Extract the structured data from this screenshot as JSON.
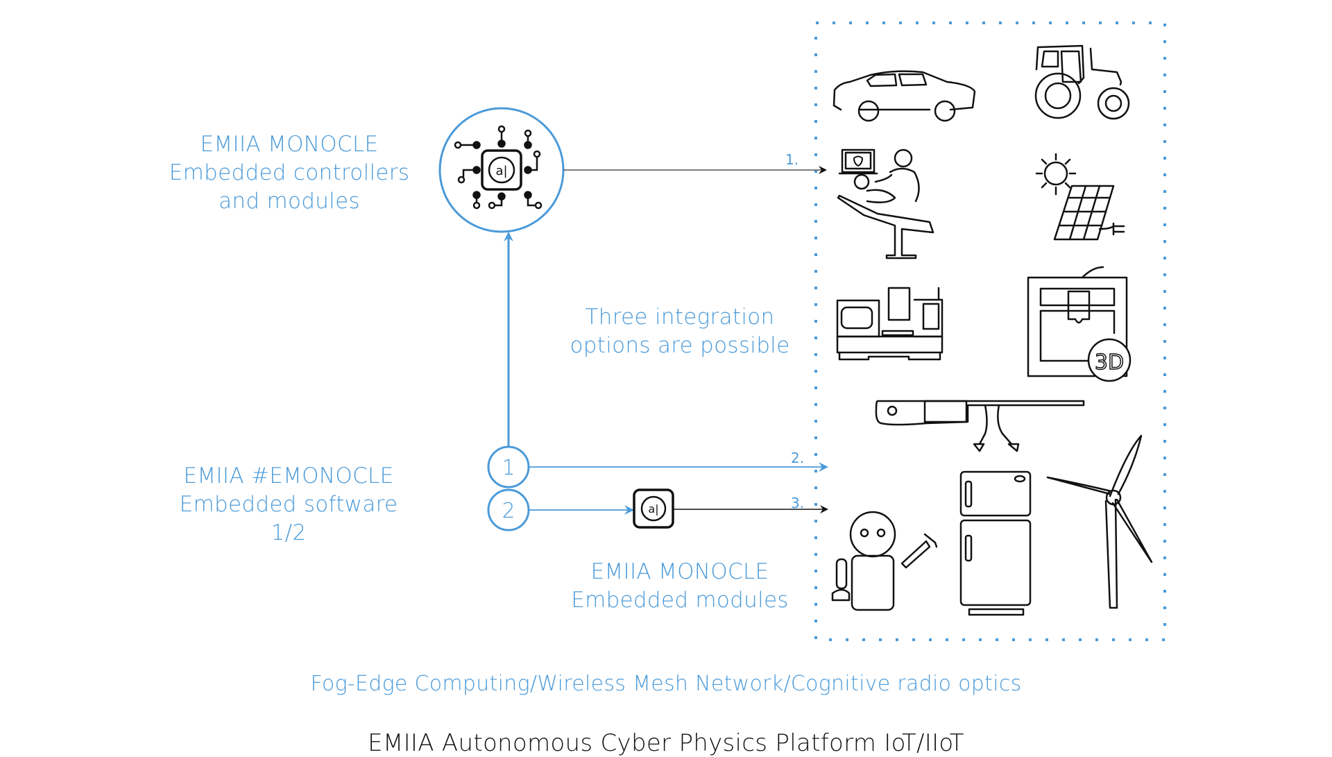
{
  "colors": {
    "accent": "#4a9ad9",
    "ink": "#111111",
    "background": "#ffffff"
  },
  "controllers_label": {
    "line1": "EMIIA MONOCLE",
    "line2": "Embedded controllers",
    "line3": "and modules"
  },
  "software_label": {
    "line1": "EMIIA #EMONOCLE",
    "line2": "Embedded software",
    "line3": "1/2"
  },
  "integration_label": {
    "line1": "Three integration",
    "line2": "options are possible"
  },
  "modules_label": {
    "line1": "EMIIA MONOCLE",
    "line2": "Embedded modules"
  },
  "option_nodes": [
    {
      "label": "1"
    },
    {
      "label": "2"
    }
  ],
  "arrows": [
    {
      "label": "1."
    },
    {
      "label": "2."
    },
    {
      "label": "3."
    }
  ],
  "chip_glyph": "a|",
  "devices": [
    {
      "icon": "car-icon"
    },
    {
      "icon": "tractor-icon"
    },
    {
      "icon": "medical-patient-icon"
    },
    {
      "icon": "solar-panel-icon"
    },
    {
      "icon": "cnc-machine-icon"
    },
    {
      "icon": "3d-printer-icon",
      "badge": "3D"
    },
    {
      "icon": "smart-glasses-icon"
    },
    {
      "icon": "robot-icon"
    },
    {
      "icon": "refrigerator-icon"
    },
    {
      "icon": "wind-turbine-icon"
    }
  ],
  "network_caption": "Fog-Edge Computing/Wireless Mesh Network/Cognitive radio optics",
  "platform_title": "EMIIA Autonomous Cyber Physics Platform IoT/IIoT"
}
